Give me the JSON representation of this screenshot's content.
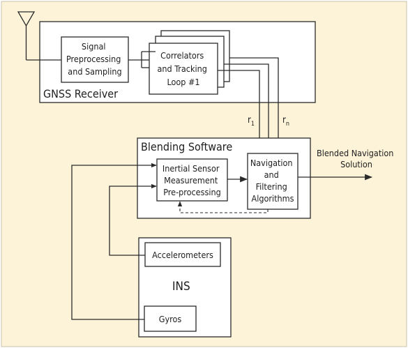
{
  "diagram": {
    "colors": {
      "background": "#fcf3d8",
      "box_fill": "#ffffff",
      "line": "#2a2a2a"
    },
    "gnss_receiver": {
      "label": "GNSS Receiver",
      "signal_block": [
        "Signal",
        "Preprocessing",
        "and Sampling"
      ],
      "correlator_block": [
        "Correlators",
        "and Tracking",
        "Loop #1"
      ]
    },
    "channel_labels": {
      "first": {
        "base": "r",
        "sub": "1"
      },
      "last": {
        "base": "r",
        "sub": "n"
      }
    },
    "blending_software": {
      "label": "Blending Software",
      "inertial_block": [
        "Inertial Sensor",
        "Measurement",
        "Pre-processing"
      ],
      "navigation_block": [
        "Navigation",
        "and",
        "Filtering",
        "Algorithms"
      ]
    },
    "output": [
      "Blended Navigation",
      "Solution"
    ],
    "ins": {
      "label": "INS",
      "accelerometers": "Accelerometers",
      "gyros": "Gyros"
    },
    "icons": {
      "antenna": "antenna-icon"
    }
  }
}
